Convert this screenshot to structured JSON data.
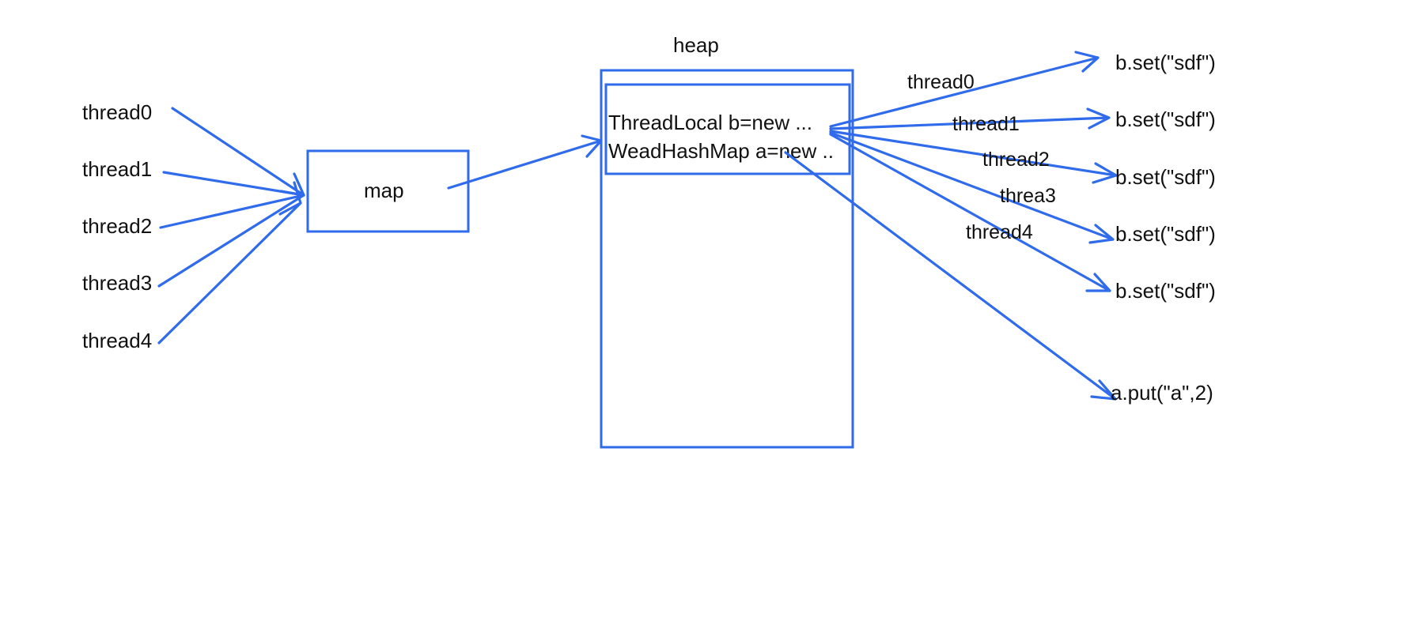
{
  "colors": {
    "stroke": "#2f6bea",
    "text": "#111111",
    "background": "#ffffff"
  },
  "threads": [
    "thread0",
    "thread1",
    "thread2",
    "thread3",
    "thread4"
  ],
  "map_label": "map",
  "heap": {
    "title": "heap",
    "line1": "ThreadLocal b=new ...",
    "line2": "WeadHashMap a=new .."
  },
  "edge_labels": [
    "thread0",
    "thread1",
    "thread2",
    "threa3",
    "thread4"
  ],
  "targets": [
    "b.set(\"sdf\")",
    "b.set(\"sdf\")",
    "b.set(\"sdf\")",
    "b.set(\"sdf\")",
    "b.set(\"sdf\")",
    "a.put(\"a\",2)"
  ]
}
